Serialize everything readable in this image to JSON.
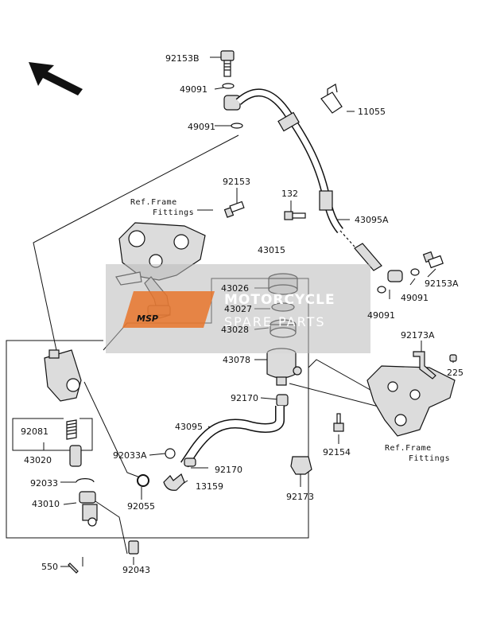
{
  "labels": {
    "p92153B": "92153B",
    "p49091a": "49091",
    "p49091b": "49091",
    "p11055": "11055",
    "p92153": "92153",
    "refFrame1a": "Ref.Frame",
    "refFrame1b": "Fittings",
    "p132": "132",
    "p43095A": "43095A",
    "p43015": "43015",
    "p43026": "43026",
    "p43027": "43027",
    "p43028": "43028",
    "p43078": "43078",
    "p92153A": "92153A",
    "p49091c": "49091",
    "p49091d": "49091",
    "p92173A": "92173A",
    "p225": "225",
    "p92170a": "92170",
    "p43095": "43095",
    "p92154": "92154",
    "refFrame2a": "Ref.Frame",
    "refFrame2b": "Fittings",
    "p92081": "92081",
    "p43020": "43020",
    "p92033A": "92033A",
    "p92170b": "92170",
    "p13159": "13159",
    "p92033": "92033",
    "p92055": "92055",
    "p92173": "92173",
    "p43010": "43010",
    "p550": "550",
    "p92043": "92043"
  },
  "watermark": {
    "logo": "MSP",
    "line1": "MOTORCYCLE",
    "line2": "SPARE PARTS"
  },
  "colors": {
    "line": "#111111",
    "part_fill": "#dcdcdc",
    "watermark_bg": "#b9b9b9",
    "watermark_logo": "#e8742a"
  },
  "icons": {
    "direction": "front-arrow-icon"
  }
}
